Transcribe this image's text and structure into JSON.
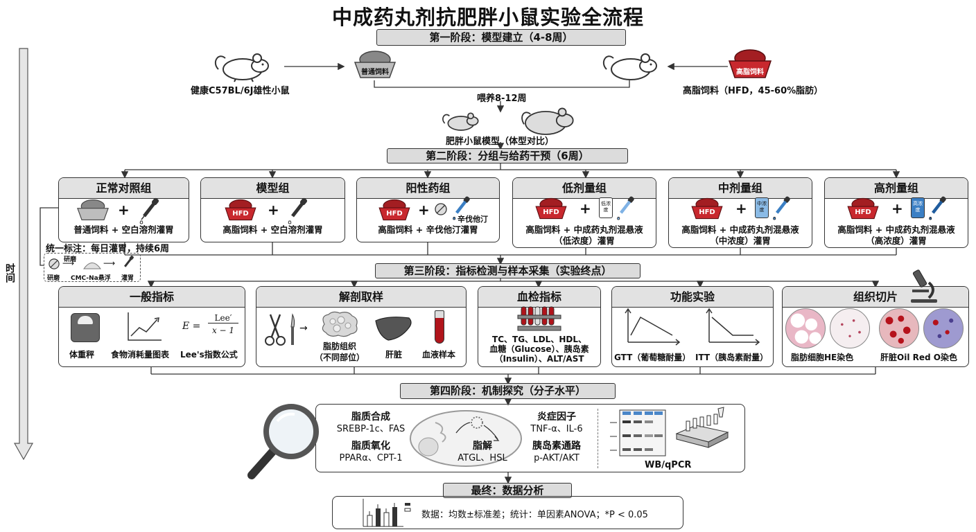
{
  "title": "中成药丸剂抗肥胖小鼠实验全流程",
  "time_axis": "时间",
  "stage1": {
    "label": "第一阶段：模型建立（4-8周）",
    "mouse_label": "健康C57BL/6J雄性小鼠",
    "normal_bowl": "普通饲料",
    "hfd_bowl": "高脂饲料",
    "hfd_label": "高脂饲料（HFD，45-60%脂肪）",
    "feed": "喂养8-12周",
    "model": "肥胖小鼠模型（体型对比）"
  },
  "stage2": {
    "label": "第二阶段：分组与给药干预（6周）",
    "groups": [
      {
        "name": "正常对照组",
        "caption": "普通饲料 + 空白溶剂灌胃"
      },
      {
        "name": "模型组",
        "caption": "高脂饲料 + 空白溶剂灌胃"
      },
      {
        "name": "阳性药组",
        "caption": "高脂饲料 + 辛伐他汀灌胃",
        "drug": "辛伐他汀"
      },
      {
        "name": "低剂量组",
        "caption": "高脂饲料 + 中成药丸剂混悬液\n（低浓度）灌胃",
        "vial": "低浓度"
      },
      {
        "name": "中剂量组",
        "caption": "高脂饲料 + 中成药丸剂混悬液\n（中浓度）灌胃",
        "vial": "中浓度"
      },
      {
        "name": "高剂量组",
        "caption": "高脂饲料 + 中成药丸剂混悬液\n（高浓度）灌胃",
        "vial": "高浓度"
      }
    ],
    "hfd_tag": "HFD",
    "note": "统一标注：每日灌胃，持续6周",
    "prep": {
      "grind_top": "研磨",
      "grind": "研磨",
      "suspend": "CMC-Na悬浮",
      "gavage": "灌胃"
    }
  },
  "stage3": {
    "label": "第三阶段：指标检测与样本采集（实验终点）",
    "general": {
      "title": "一般指标",
      "scale": "体重秤",
      "chart": "食物消耗量图表",
      "lee": "Lee's指数公式",
      "formula_num": "Lee′",
      "formula_den": "x − 1",
      "formula_lhs": "E ="
    },
    "dissect": {
      "title": "解剖取样",
      "fat": "脂肪组织\n（不同部位）",
      "liver": "肝脏",
      "blood": "血液样本"
    },
    "blood_idx": {
      "title": "血检指标",
      "items": "TC、TG、LDL、HDL、\n血糖（Glucose）、胰岛素\n（Insulin）、ALT/AST"
    },
    "func": {
      "title": "功能实验",
      "gtt": "GTT（葡萄糖耐量）",
      "itt": "ITT（胰岛素耐量）"
    },
    "tissue": {
      "title": "组织切片",
      "he": "脂肪细胞HE染色",
      "oil": "肝脏Oil Red O染色"
    }
  },
  "stage4": {
    "label": "第四阶段：机制探究（分子水平）",
    "lipo_syn": "脂质合成",
    "lipo_syn_genes": "SREBP-1c、FAS",
    "lipo_ox": "脂质氧化",
    "lipo_ox_genes": "PPARα、CPT-1",
    "lipolysis": "脂解",
    "lipolysis_genes": "ATGL、HSL",
    "inflam": "炎症因子",
    "inflam_genes": "TNF-α、IL-6",
    "insulin_path": "胰岛素通路",
    "insulin_genes": "p-AKT/AKT",
    "wb": "WB/qPCR"
  },
  "final": {
    "label": "最终：数据分析",
    "text": "数据：均数±标准差；统计：单因素ANOVA；*P < 0.05"
  },
  "colors": {
    "hfd": "#c8282e",
    "stage_bg": "#dcdcdc",
    "header_bg": "#e2e2e2"
  }
}
